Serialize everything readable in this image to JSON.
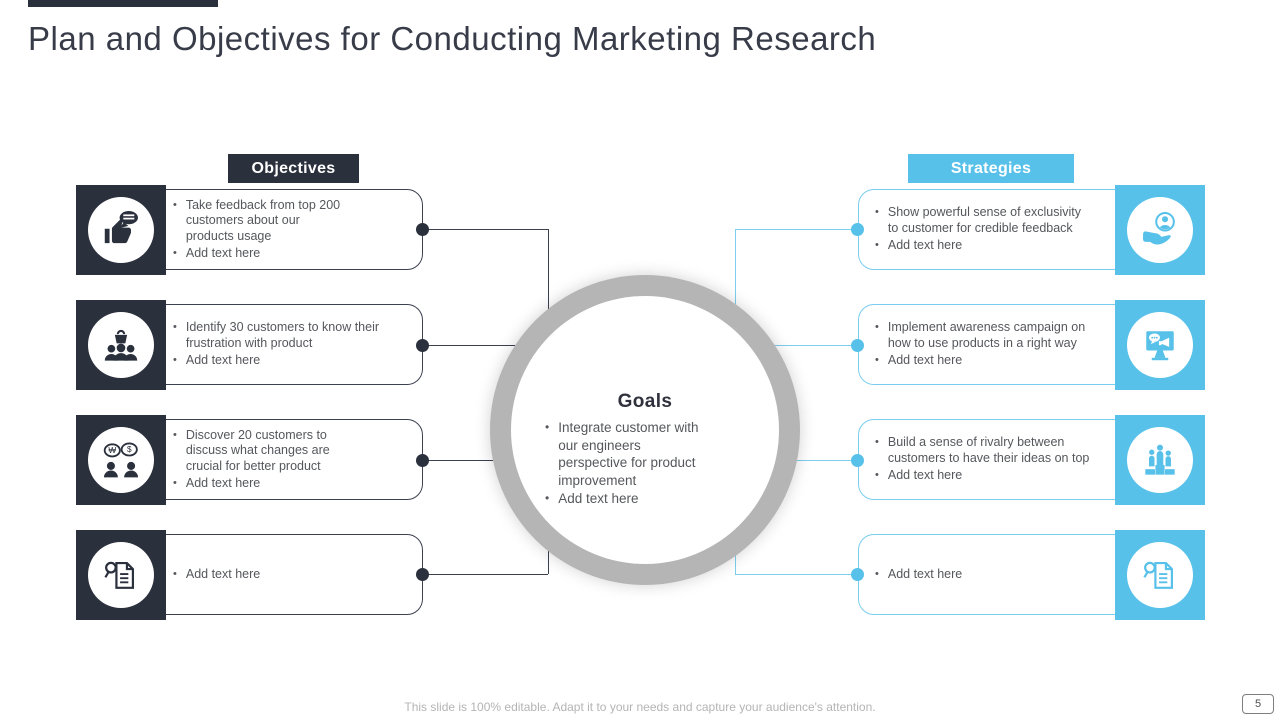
{
  "title": "Plan and Objectives for Conducting Marketing Research",
  "objectives": {
    "label": "Objectives",
    "items": [
      {
        "icon": "thumbs-up-feedback-icon",
        "bullets": [
          "Take feedback from top 200\ncustomers about our\nproducts usage",
          "Add text here"
        ]
      },
      {
        "icon": "customer-group-basket-icon",
        "bullets": [
          "Identify 30 customers to know their\nfrustration with product",
          "Add text here"
        ]
      },
      {
        "icon": "price-discussion-icon",
        "bullets": [
          "Discover 20 customers to\ndiscuss what changes are\ncrucial for better product",
          "Add text here"
        ]
      },
      {
        "icon": "document-search-icon",
        "bullets": [
          "Add text here"
        ]
      }
    ]
  },
  "strategies": {
    "label": "Strategies",
    "items": [
      {
        "icon": "customer-care-icon",
        "bullets": [
          "Show powerful sense of exclusivity\nto customer for credible feedback",
          "Add text here"
        ]
      },
      {
        "icon": "awareness-campaign-icon",
        "bullets": [
          "Implement awareness campaign on\nhow to use products in a right way",
          "Add text here"
        ]
      },
      {
        "icon": "podium-ranking-icon",
        "bullets": [
          "Build a sense of rivalry between\ncustomers to have their ideas on top",
          "Add text here"
        ]
      },
      {
        "icon": "document-search-icon",
        "bullets": [
          "Add text here"
        ]
      }
    ]
  },
  "goals": {
    "label": "Goals",
    "bullets": [
      "Integrate customer with\nour engineers\nperspective for product\nimprovement",
      "Add text here"
    ]
  },
  "footer": {
    "note": "This slide is 100% editable. Adapt it to your needs and capture your audience's attention.",
    "page_number": "5"
  },
  "colors": {
    "dark": "#2b303d",
    "blue": "#58c1e9",
    "ring_gray": "#b5b5b5",
    "body_text": "#55575c"
  }
}
